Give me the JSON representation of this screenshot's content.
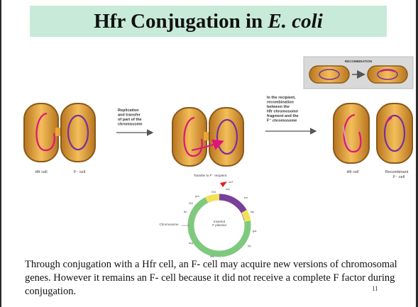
{
  "slide": {
    "title_main": "Hfr Conjugation in ",
    "title_italic": "E. coli",
    "caption": "Through conjugation with a Hfr cell, an F- cell may acquire new versions of chromosomal genes.  However it remains an F- cell because it did not receive a complete F factor during conjugation.",
    "slide_number": "11"
  },
  "diagram": {
    "recombination_label": "RECOMBINATION",
    "step1_text": [
      "Replication",
      "and transfer",
      "of part of the",
      "chromosome"
    ],
    "step2_text": [
      "In the recipient,",
      "recombination",
      "between the",
      "Hfr chromosome",
      "fragment and the",
      "F⁻ chromosome"
    ],
    "label_hfr_cell": "Hfr cell",
    "label_f_minus_cell": "F⁻ cell",
    "label_transfer": "Transfer to F⁻ recipient",
    "label_hfr_cell_result": "Hfr cell",
    "label_recombinant_1": "Recombinant",
    "label_recombinant_2": "F⁻ cell",
    "map_chromosome": "Chromosome",
    "map_inserted_1": "Inserted",
    "map_inserted_2": "F plasmid",
    "map_genes": [
      "oriT",
      "rep",
      "IS3",
      "tra",
      "lac",
      "pro",
      "IS2",
      "thr",
      "gal",
      "trp",
      "his",
      "arg"
    ],
    "colors": {
      "cell_fill": "#e8a53a",
      "cell_outline": "#8a5a1a",
      "chromosome_magenta": "#e0147a",
      "chromosome_purple": "#7b2f9a",
      "map_green": "#7fc97f",
      "map_purple": "#7a3f99",
      "map_yellow": "#f2e25a",
      "origin_red": "#e0201a"
    }
  }
}
